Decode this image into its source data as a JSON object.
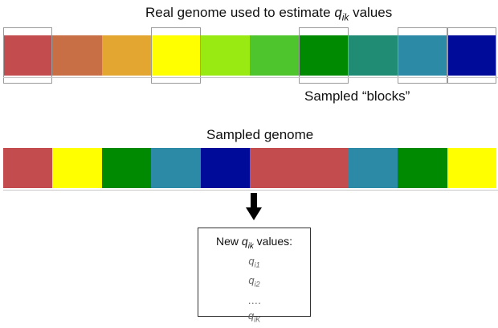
{
  "top_title": {
    "prefix": "Real genome used to estimate ",
    "q": "q",
    "sub": "ik",
    "suffix": " values"
  },
  "sampled_blocks_label": "Sampled “blocks”",
  "middle_title": "Sampled genome",
  "real_genome": {
    "colors": [
      "#c24c4e",
      "#c86f45",
      "#e2a631",
      "#ffff00",
      "#99ea12",
      "#4fc52d",
      "#008a01",
      "#208c73",
      "#2d8aa7",
      "#000b9a"
    ],
    "sampled_indices": [
      0,
      3,
      6,
      8,
      9
    ]
  },
  "sampled_genome": {
    "colors": [
      "#c24c4e",
      "#ffff00",
      "#008a01",
      "#2d8aa7",
      "#000b9a",
      "#c24c4e",
      "#c24c4e",
      "#2d8aa7",
      "#008a01",
      "#ffff00"
    ]
  },
  "result_box": {
    "head_prefix": "New ",
    "head_q": "q",
    "head_sub": "ik",
    "head_suffix": " values:",
    "items": [
      {
        "q": "q",
        "sub": "i1"
      },
      {
        "q": "q",
        "sub": "i2"
      },
      {
        "text": "…."
      },
      {
        "q": "q",
        "sub": "iK"
      }
    ]
  },
  "icons": {
    "arrow": "arrow-down-icon"
  }
}
